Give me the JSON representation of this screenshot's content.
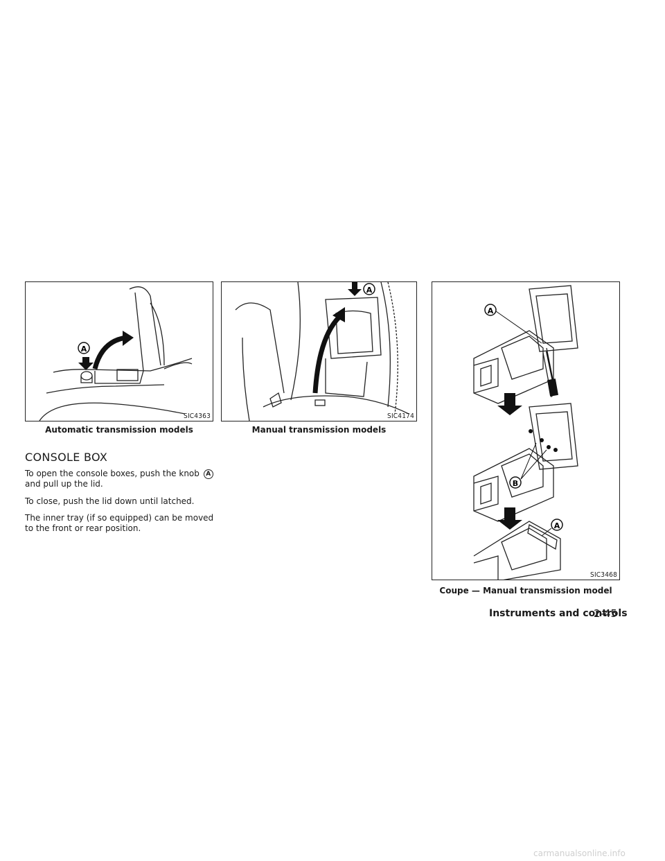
{
  "figures": [
    {
      "code": "SIC4363",
      "caption": "Automatic transmission models",
      "callout": "A"
    },
    {
      "code": "SIC4174",
      "caption": "Manual transmission models",
      "callout": "A"
    },
    {
      "code": "SIC3468",
      "caption": "Coupe — Manual transmission model",
      "callouts": [
        "A",
        "B",
        "A"
      ]
    }
  ],
  "section": {
    "heading": "CONSOLE BOX",
    "para1_pre": "To open the console boxes, push the knob",
    "para1_ref": "A",
    "para1_post": "and pull up the lid.",
    "para2": "To close, push the lid down until latched.",
    "para3": "The inner tray (if so equipped) can be moved to the front or rear position."
  },
  "footer": {
    "section_name": "Instruments and controls",
    "page_number": "2-45"
  },
  "watermark": "carmanualsonline.info"
}
